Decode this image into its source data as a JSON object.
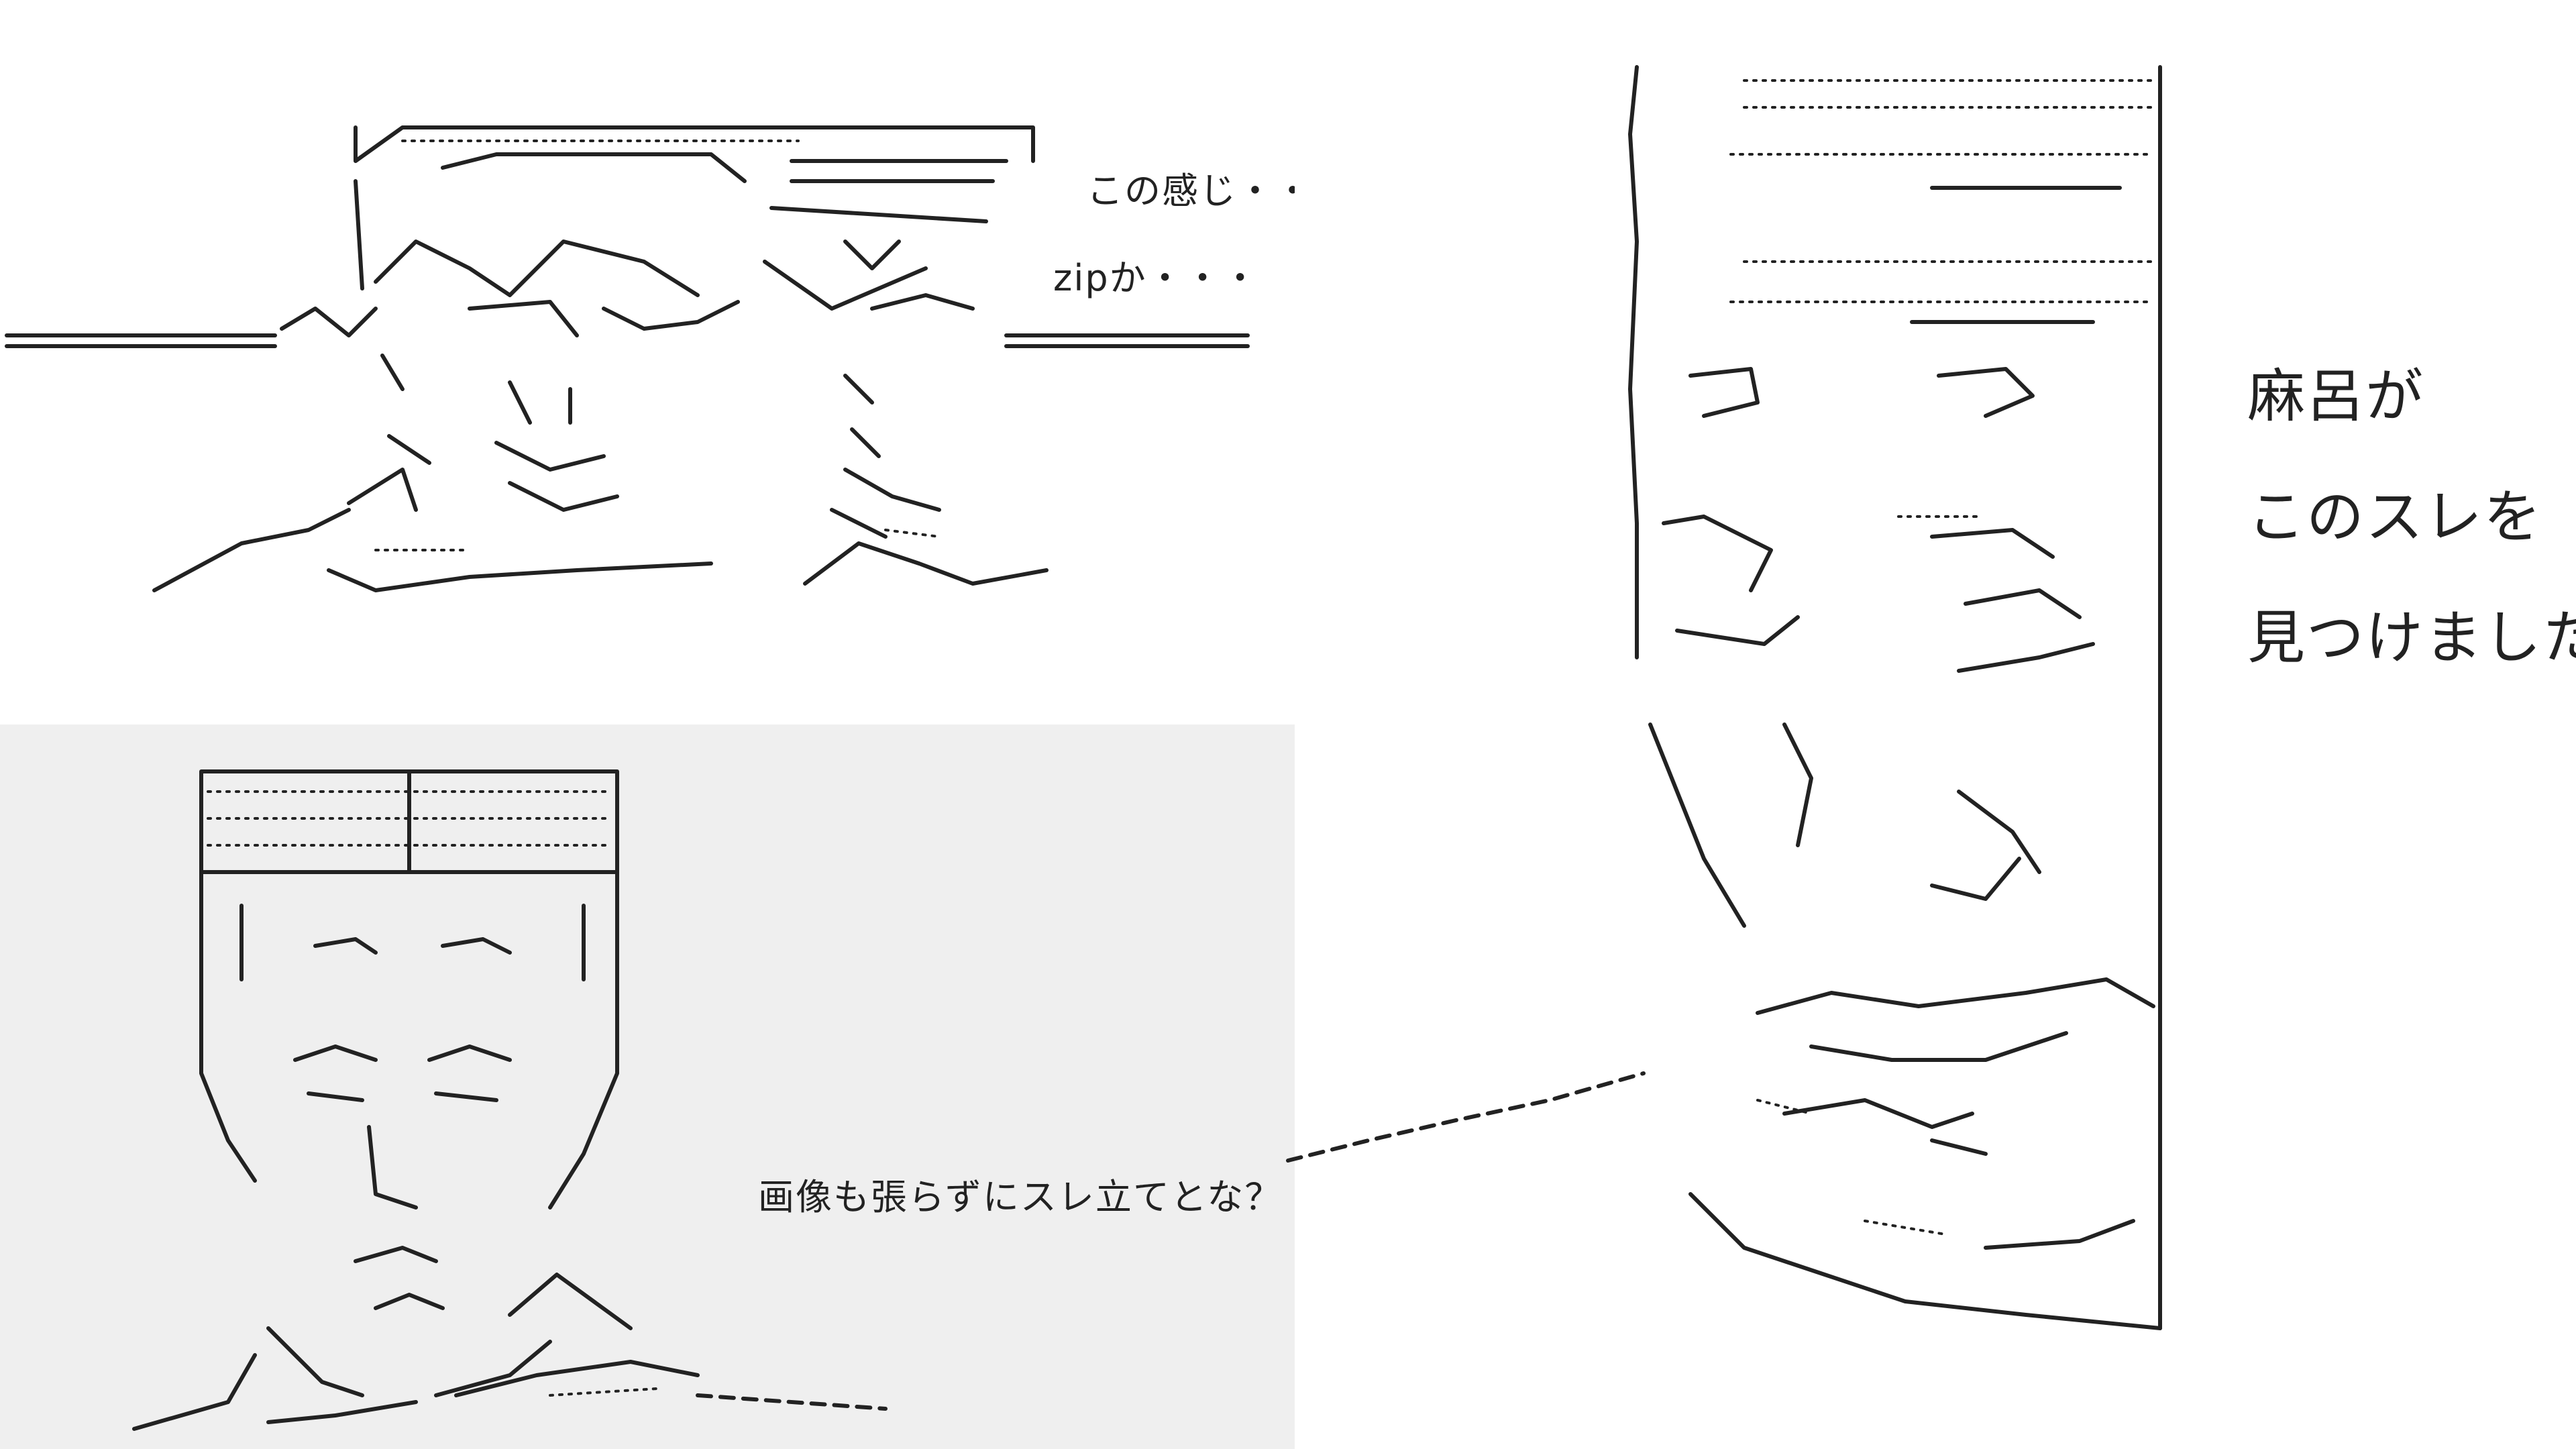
{
  "captions": {
    "top_left_line1": "この感じ・・・",
    "top_left_line2": "zipか・・・",
    "bottom_left": "画像も張らずにスレ立てとな？",
    "right_line1": "麻呂が",
    "right_line2": "このスレを",
    "right_line3": "見つけました"
  },
  "colors": {
    "page_background": "#ffffff",
    "bottom_left_panel": "#efefef",
    "ink": "#222222"
  }
}
